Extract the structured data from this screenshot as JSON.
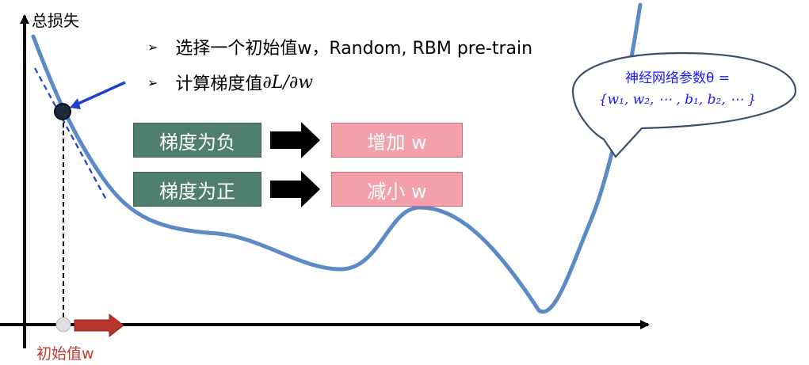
{
  "axes": {
    "y_label": "总损失",
    "x_label": "初始值w"
  },
  "bullets": [
    {
      "text": "选择一个初始值w，Random, RBM pre-train"
    },
    {
      "text": "计算梯度值 ",
      "math": "∂L/∂w"
    }
  ],
  "rules": [
    {
      "condition": "梯度为负",
      "action": "增加 w"
    },
    {
      "condition": "梯度为正",
      "action": "减小 w"
    }
  ],
  "bubble": {
    "line1": "神经网络参数θ =",
    "line2": "{w₁, w₂, ⋯ , b₁, b₂, ⋯ }"
  },
  "icons": {
    "bullet_marker": "arrowhead-bullet-icon"
  },
  "colors": {
    "curve": "#5b8ac6",
    "tangent": "#1f3fd1",
    "pointer_arrow": "#1f3fd1",
    "x_arrow": "#b7352c",
    "green_box": "#4f7f6c",
    "pink_box": "#f4a0aa",
    "bubble_text": "#1a1aff"
  }
}
